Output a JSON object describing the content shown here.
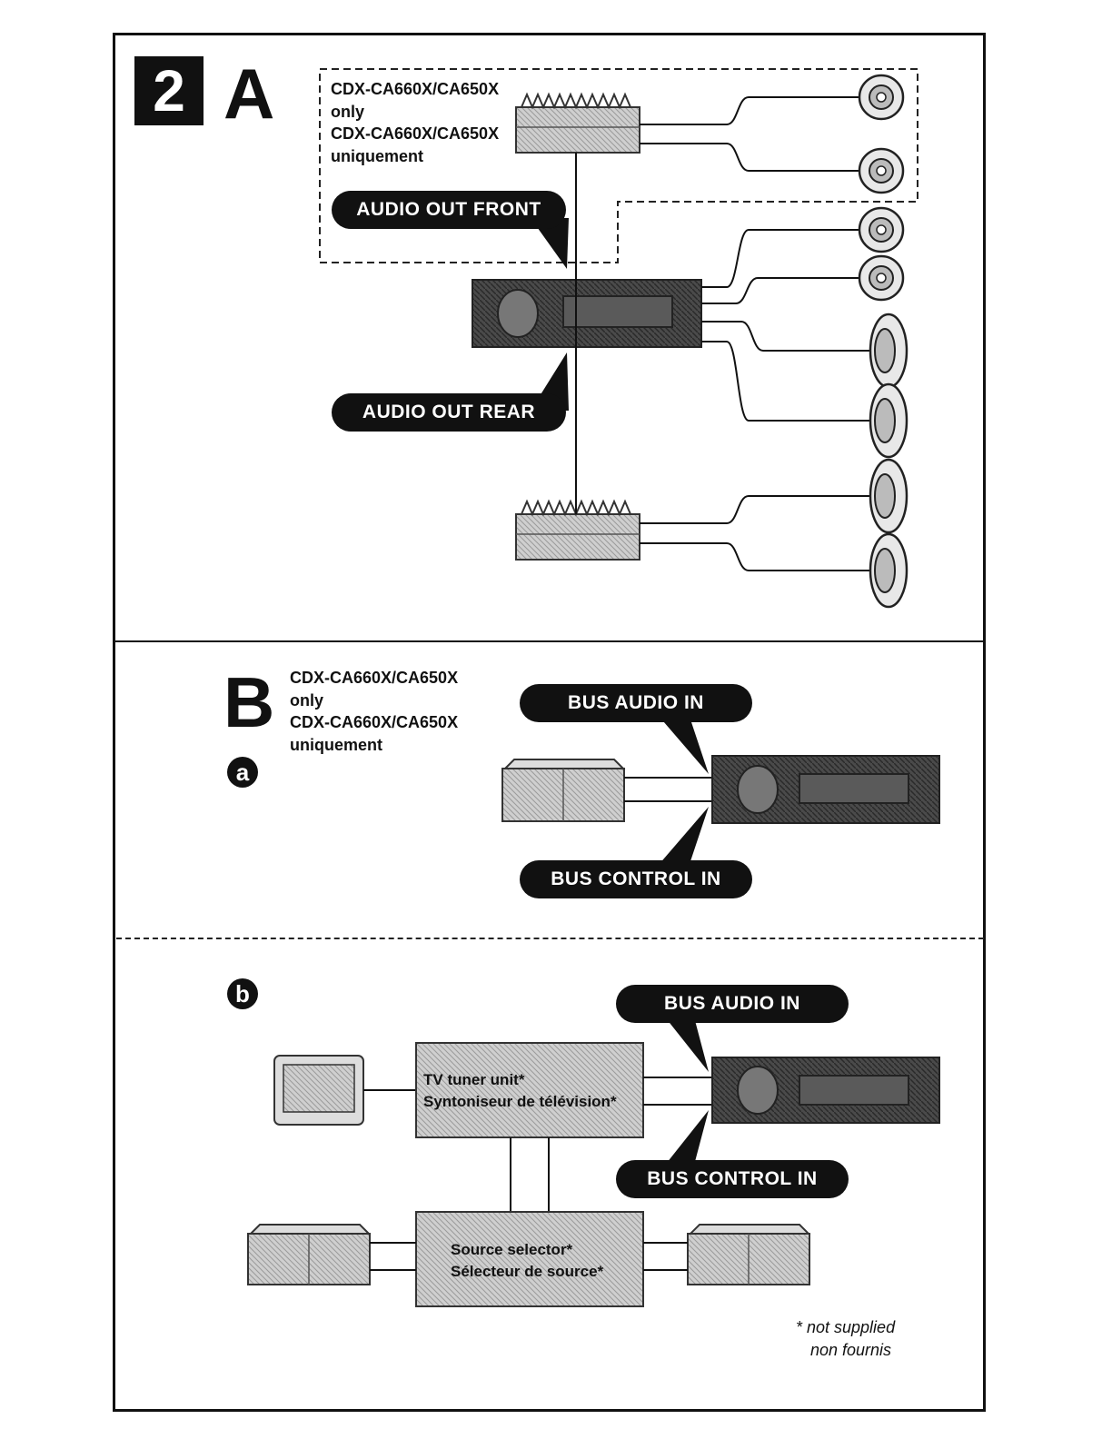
{
  "step_number": "2",
  "section_a": {
    "letter": "A",
    "note": [
      "CDX-CA660X/CA650X",
      "only",
      "CDX-CA660X/CA650X",
      "uniquement"
    ],
    "labels": {
      "front": "AUDIO OUT FRONT",
      "rear": "AUDIO OUT REAR"
    }
  },
  "section_b": {
    "letter": "B",
    "note": [
      "CDX-CA660X/CA650X",
      "only",
      "CDX-CA660X/CA650X",
      "uniquement"
    ],
    "sub_a": {
      "mark": "a",
      "labels": {
        "audio": "BUS AUDIO IN",
        "control": "BUS CONTROL IN"
      }
    },
    "sub_b": {
      "mark": "b",
      "labels": {
        "audio": "BUS AUDIO IN",
        "control": "BUS CONTROL IN"
      },
      "tv_tuner": [
        "TV tuner unit*",
        "Syntoniseur de télévision*"
      ],
      "source_selector": [
        "Source selector*",
        "Sélecteur de source*"
      ]
    }
  },
  "footnote": [
    "* not supplied",
    "non fournis"
  ]
}
